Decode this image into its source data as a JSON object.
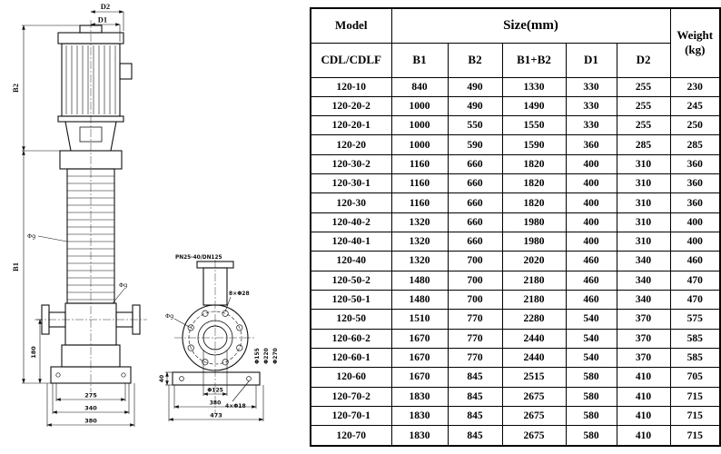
{
  "table": {
    "header": {
      "model": "Model",
      "model_sub": "CDL/CDLF",
      "size_group": "Size(mm)",
      "size_cols": [
        "B1",
        "B2",
        "B1+B2",
        "D1",
        "D2"
      ],
      "weight_line1": "Weight",
      "weight_line2": "(kg)"
    },
    "rows": [
      {
        "model": "120-10",
        "b1": "840",
        "b2": "490",
        "b1b2": "1330",
        "d1": "330",
        "d2": "255",
        "weight": "230"
      },
      {
        "model": "120-20-2",
        "b1": "1000",
        "b2": "490",
        "b1b2": "1490",
        "d1": "330",
        "d2": "255",
        "weight": "245"
      },
      {
        "model": "120-20-1",
        "b1": "1000",
        "b2": "550",
        "b1b2": "1550",
        "d1": "330",
        "d2": "255",
        "weight": "250"
      },
      {
        "model": "120-20",
        "b1": "1000",
        "b2": "590",
        "b1b2": "1590",
        "d1": "360",
        "d2": "285",
        "weight": "285"
      },
      {
        "model": "120-30-2",
        "b1": "1160",
        "b2": "660",
        "b1b2": "1820",
        "d1": "400",
        "d2": "310",
        "weight": "360"
      },
      {
        "model": "120-30-1",
        "b1": "1160",
        "b2": "660",
        "b1b2": "1820",
        "d1": "400",
        "d2": "310",
        "weight": "360"
      },
      {
        "model": "120-30",
        "b1": "1160",
        "b2": "660",
        "b1b2": "1820",
        "d1": "400",
        "d2": "310",
        "weight": "360"
      },
      {
        "model": "120-40-2",
        "b1": "1320",
        "b2": "660",
        "b1b2": "1980",
        "d1": "400",
        "d2": "310",
        "weight": "400"
      },
      {
        "model": "120-40-1",
        "b1": "1320",
        "b2": "660",
        "b1b2": "1980",
        "d1": "400",
        "d2": "310",
        "weight": "400"
      },
      {
        "model": "120-40",
        "b1": "1320",
        "b2": "700",
        "b1b2": "2020",
        "d1": "460",
        "d2": "340",
        "weight": "460"
      },
      {
        "model": "120-50-2",
        "b1": "1480",
        "b2": "700",
        "b1b2": "2180",
        "d1": "460",
        "d2": "340",
        "weight": "470"
      },
      {
        "model": "120-50-1",
        "b1": "1480",
        "b2": "700",
        "b1b2": "2180",
        "d1": "460",
        "d2": "340",
        "weight": "470"
      },
      {
        "model": "120-50",
        "b1": "1510",
        "b2": "770",
        "b1b2": "2280",
        "d1": "540",
        "d2": "370",
        "weight": "575"
      },
      {
        "model": "120-60-2",
        "b1": "1670",
        "b2": "770",
        "b1b2": "2440",
        "d1": "540",
        "d2": "370",
        "weight": "585"
      },
      {
        "model": "120-60-1",
        "b1": "1670",
        "b2": "770",
        "b1b2": "2440",
        "d1": "540",
        "d2": "370",
        "weight": "585"
      },
      {
        "model": "120-60",
        "b1": "1670",
        "b2": "845",
        "b1b2": "2515",
        "d1": "580",
        "d2": "410",
        "weight": "705"
      },
      {
        "model": "120-70-2",
        "b1": "1830",
        "b2": "845",
        "b1b2": "2675",
        "d1": "580",
        "d2": "410",
        "weight": "715"
      },
      {
        "model": "120-70-1",
        "b1": "1830",
        "b2": "845",
        "b1b2": "2675",
        "d1": "580",
        "d2": "410",
        "weight": "715"
      },
      {
        "model": "120-70",
        "b1": "1830",
        "b2": "845",
        "b1b2": "2675",
        "d1": "580",
        "d2": "410",
        "weight": "715"
      }
    ]
  },
  "drawing": {
    "labels": {
      "d2": "D2",
      "d1": "D1",
      "b2": "B2",
      "b1": "B1",
      "h180": "180",
      "w275": "275",
      "w340": "340",
      "w380": "380",
      "phi_a": "Φg",
      "phi_b": "Φg",
      "phi_c": "Φg",
      "flange_spec": "PN25-40/DN125",
      "bolts8": "8×Φ28",
      "f155": "Φ155",
      "f220": "Φ220",
      "f270": "Φ270",
      "f125": "Φ125",
      "w380b": "380",
      "bolts4": "4×Φ18",
      "t40": "40",
      "w473": "473"
    }
  }
}
